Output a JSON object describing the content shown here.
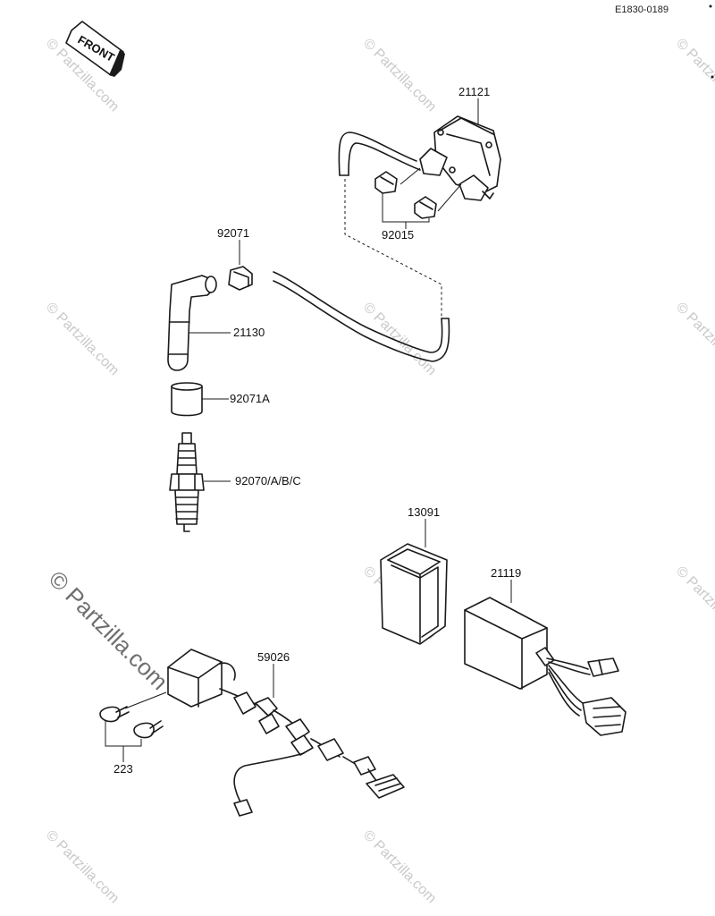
{
  "document_id": "E1830-0189",
  "front_arrow_label": "FRONT",
  "watermarks": {
    "small": "© Partzilla.com",
    "large": "© Partzilla.com"
  },
  "parts": {
    "ignition_coil": "21121",
    "coil_cap": "92015",
    "plug_cap_rubber": "92071",
    "plug_cap": "21130",
    "plug_cap_seal": "92071A",
    "spark_plug": "92070/A/B/C",
    "cdi_cover": "13091",
    "cdi_unit": "21119",
    "pickup_coil": "59026",
    "screw": "223"
  }
}
